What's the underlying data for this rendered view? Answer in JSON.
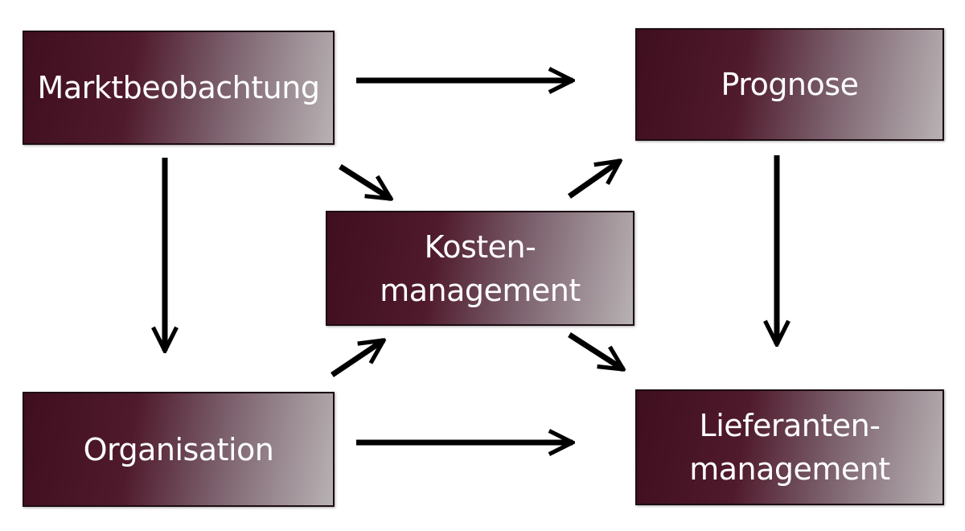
{
  "diagram": {
    "nodes": {
      "marktbeobachtung": {
        "label": "Marktbeobachtung"
      },
      "prognose": {
        "label": "Prognose"
      },
      "kostenmanagement": {
        "line1": "Kosten-",
        "line2": "management"
      },
      "organisation": {
        "label": "Organisation"
      },
      "lieferantenmanagement": {
        "line1": "Lieferanten-",
        "line2": "management"
      }
    },
    "edges": [
      {
        "from": "Marktbeobachtung",
        "to": "Prognose"
      },
      {
        "from": "Marktbeobachtung",
        "to": "Organisation"
      },
      {
        "from": "Marktbeobachtung",
        "to": "Kosten-management"
      },
      {
        "from": "Kosten-management",
        "to": "Prognose"
      },
      {
        "from": "Organisation",
        "to": "Kosten-management"
      },
      {
        "from": "Kosten-management",
        "to": "Lieferanten-management"
      },
      {
        "from": "Prognose",
        "to": "Lieferanten-management"
      },
      {
        "from": "Organisation",
        "to": "Lieferanten-management"
      }
    ],
    "colors": {
      "box_dark": "#3f0e1f",
      "box_light": "#b8b2b4",
      "arrow": "#000000",
      "text": "#ffffff"
    }
  }
}
